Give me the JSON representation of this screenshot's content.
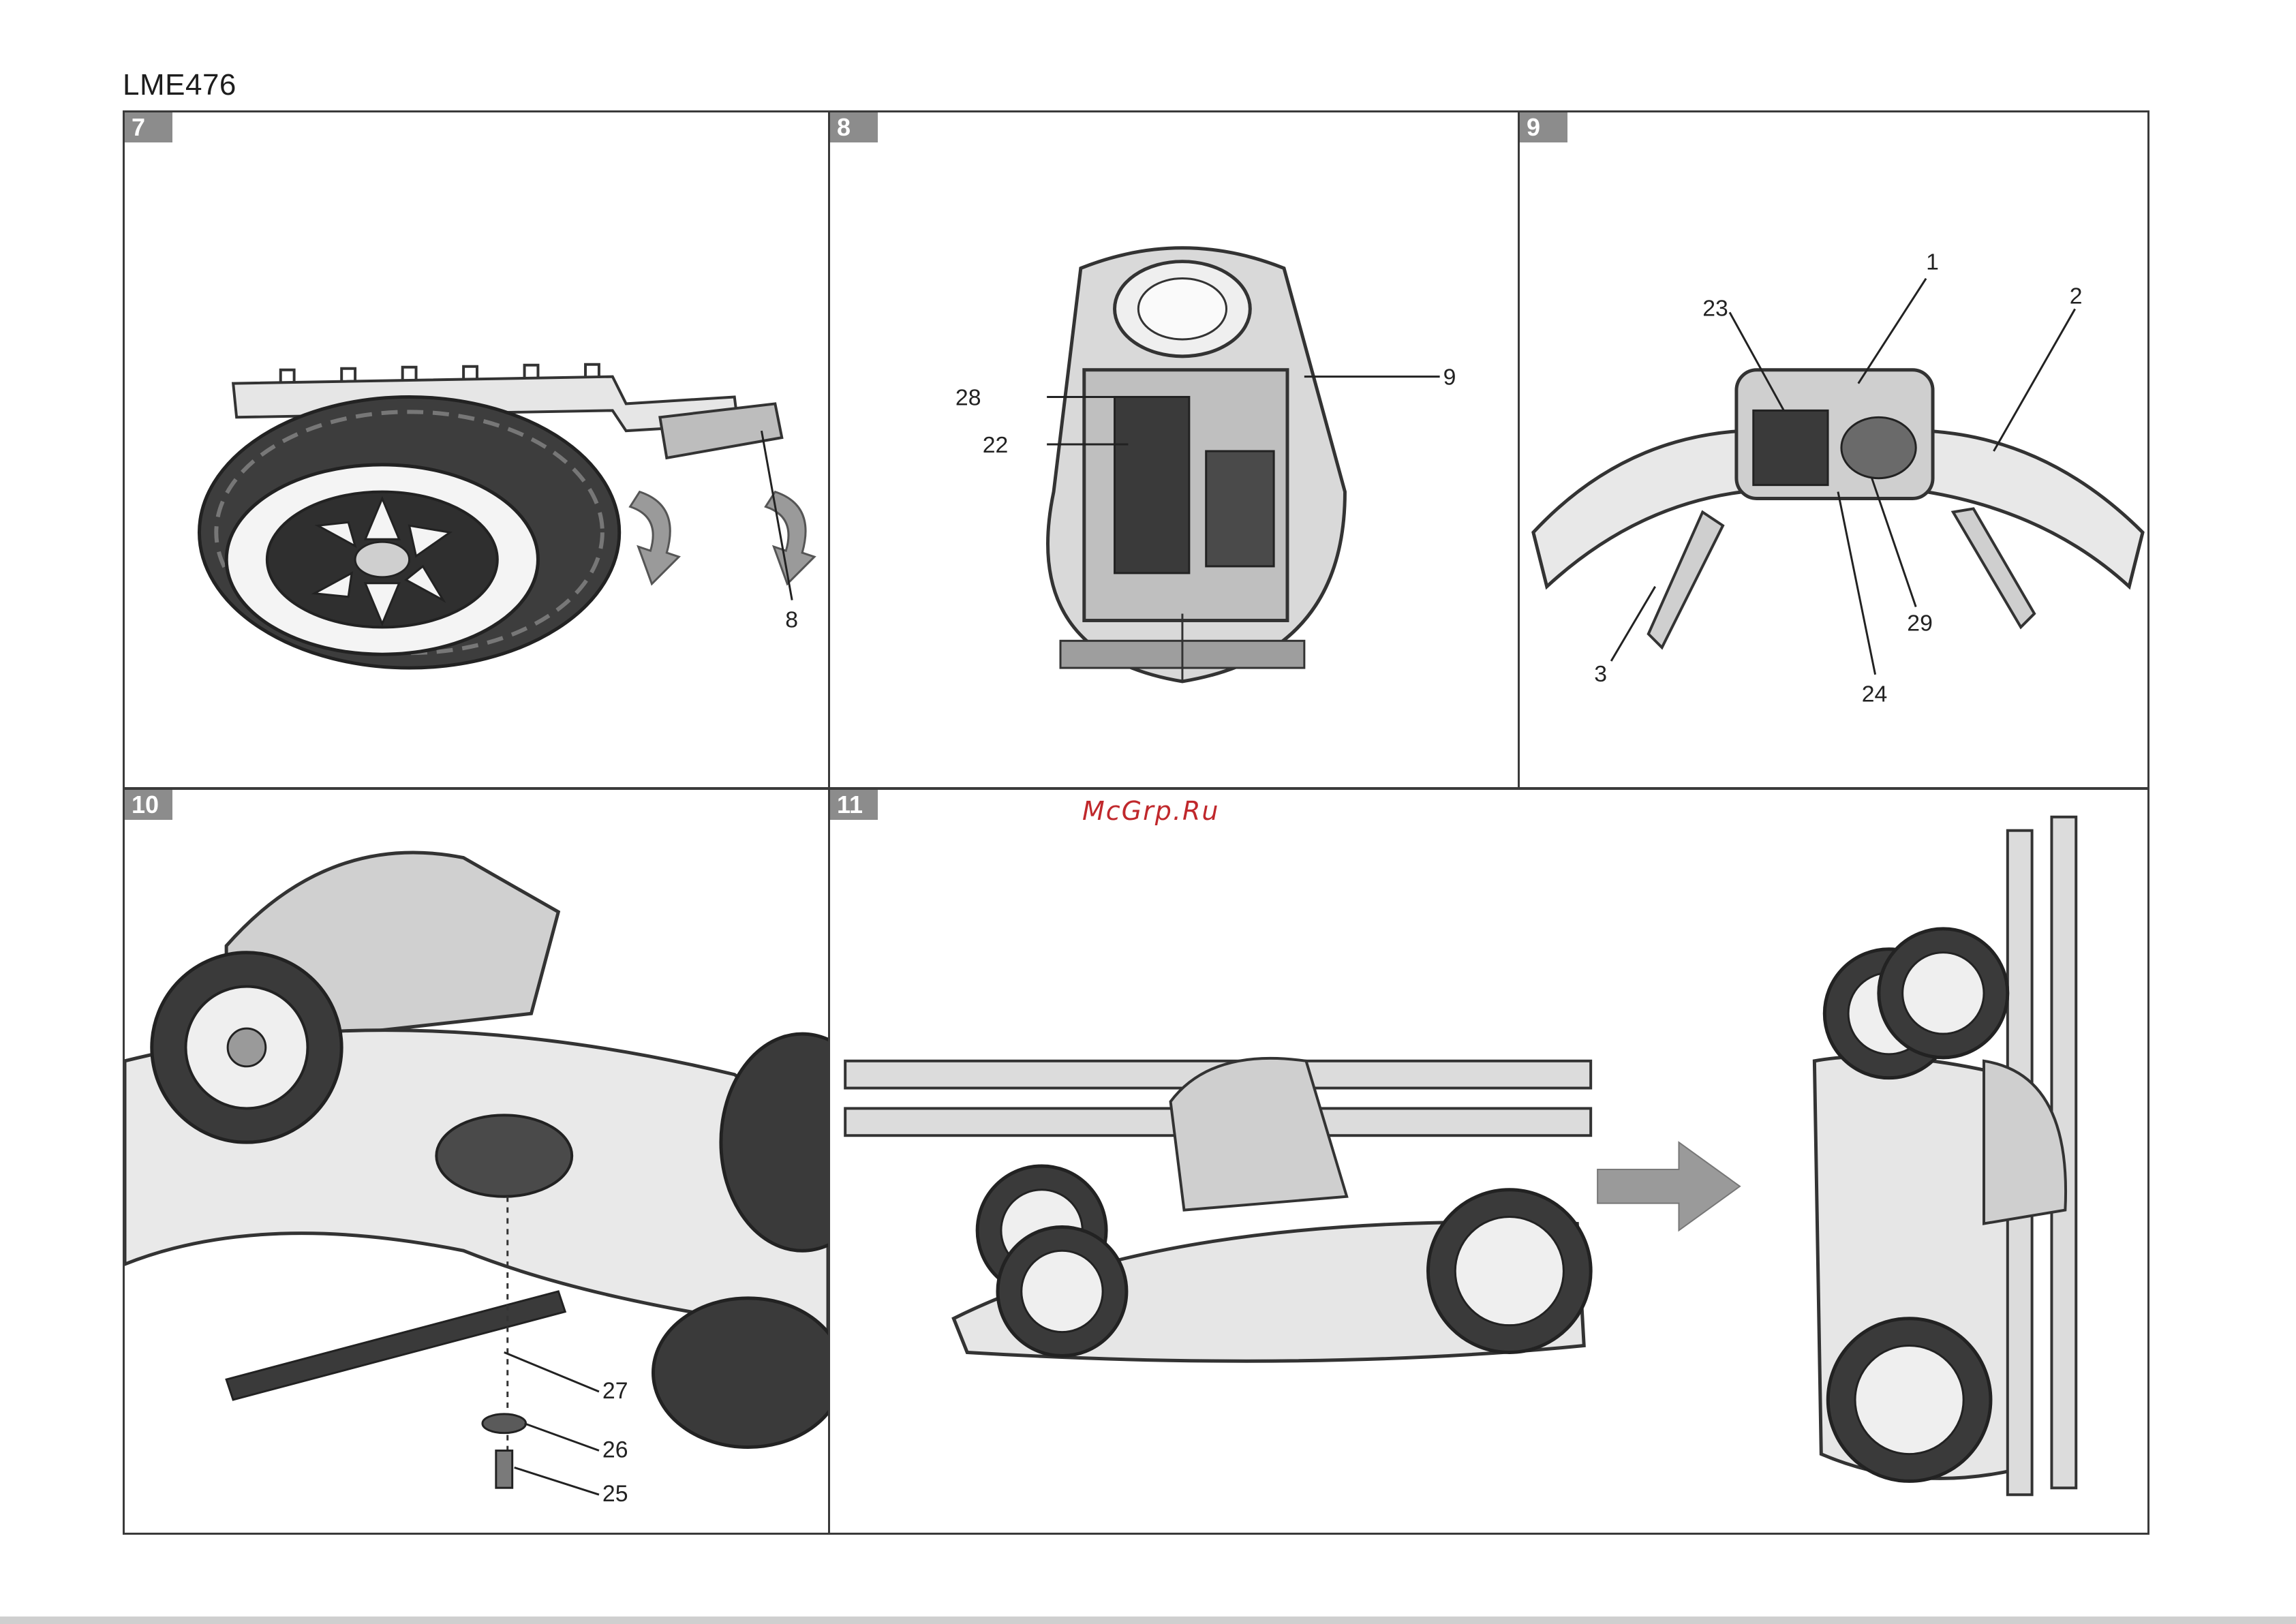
{
  "document": {
    "model": "LME476",
    "watermark": "McGrp.Ru"
  },
  "panels": [
    {
      "number": "7",
      "callouts": [
        "8"
      ]
    },
    {
      "number": "8",
      "callouts": [
        "28",
        "22",
        "9"
      ]
    },
    {
      "number": "9",
      "callouts": [
        "1",
        "2",
        "23",
        "3",
        "24",
        "29"
      ]
    },
    {
      "number": "10",
      "callouts": [
        "27",
        "26",
        "25"
      ]
    },
    {
      "number": "11",
      "callouts": []
    }
  ],
  "icons": [
    "rotate-arrow-icon",
    "rotate-arrow-icon",
    "right-arrow-icon"
  ],
  "colors": {
    "tag_bg": "#8c8c8c",
    "watermark": "#c0282c",
    "line_art": "#3a3a3a",
    "arrow": "#9a9a9a"
  }
}
